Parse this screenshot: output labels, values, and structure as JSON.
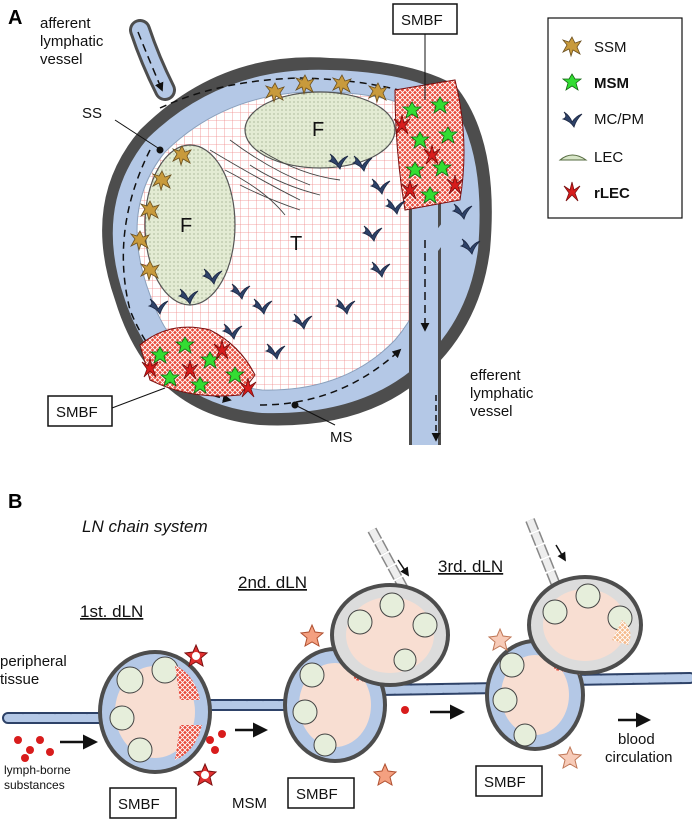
{
  "panel_a": {
    "letter": "A",
    "afferent": [
      "afferent",
      "lymphatic",
      "vessel"
    ],
    "efferent": [
      "efferent",
      "lymphatic",
      "vessel"
    ],
    "smbf_top": "SMBF",
    "smbf_bottom": "SMBF",
    "ss": "SS",
    "ms": "MS",
    "f1": "F",
    "f2": "F",
    "t": "T",
    "legend": [
      {
        "label": "SSM",
        "bold": false,
        "icon": "ssm-icon",
        "color": "#c89a3c"
      },
      {
        "label": "MSM",
        "bold": true,
        "icon": "msm-icon",
        "color": "#33dd33"
      },
      {
        "label": "MC/PM",
        "bold": false,
        "icon": "mc-pm-icon",
        "color": "#2e4268"
      },
      {
        "label": "LEC",
        "bold": false,
        "icon": "lec-icon",
        "color": "#d8e6c8"
      },
      {
        "label": "rLEC",
        "bold": true,
        "icon": "rlec-icon",
        "color": "#d81c1c"
      }
    ]
  },
  "panel_b": {
    "letter": "B",
    "title": "LN chain system",
    "first": "1st. dLN",
    "second": "2nd. dLN",
    "third": "3rd. dLN",
    "peripheral": [
      "peripheral",
      "tissue"
    ],
    "lymph": [
      "lymph-borne",
      "substances"
    ],
    "blood": [
      "blood",
      "circulation"
    ],
    "smbf1": "SMBF",
    "smbf2": "SMBF",
    "smbf3": "SMBF",
    "msm": "MSM"
  },
  "colors": {
    "lymph": "#b4c8e6",
    "capsule": "#4d4d4d",
    "follicle": "#e6eedb",
    "tzone_grid": "#e86060",
    "medulla_red": "#d81c1c",
    "cortex": "#f8ded2"
  }
}
